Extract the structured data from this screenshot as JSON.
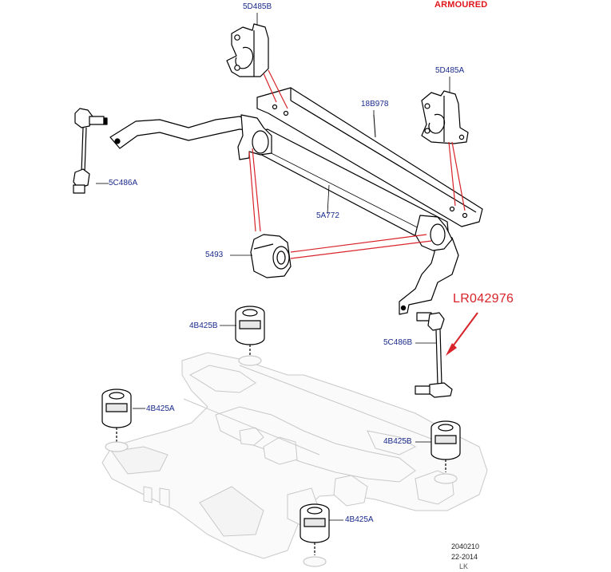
{
  "header": {
    "variant": "ARMOURED"
  },
  "callout": {
    "part_number": "LR042976"
  },
  "labels": {
    "bracket_b": "5D485B",
    "bracket_a": "5D485A",
    "plate": "18B978",
    "link_left": "5C486A",
    "bar": "5A772",
    "bush": "5493",
    "link_right": "5C486B",
    "mount_b_upper": "4B425B",
    "mount_a_left": "4B425A",
    "mount_b_right": "4B425B",
    "mount_a_bottom": "4B425A"
  },
  "footer": {
    "code": "2040210",
    "date": "22-2014",
    "region": "LK"
  },
  "colors": {
    "line": "#000000",
    "leader": "#d8232a",
    "label": "#1a2a8c",
    "ghost": "#c8c8c8",
    "header": "#e0161b"
  }
}
